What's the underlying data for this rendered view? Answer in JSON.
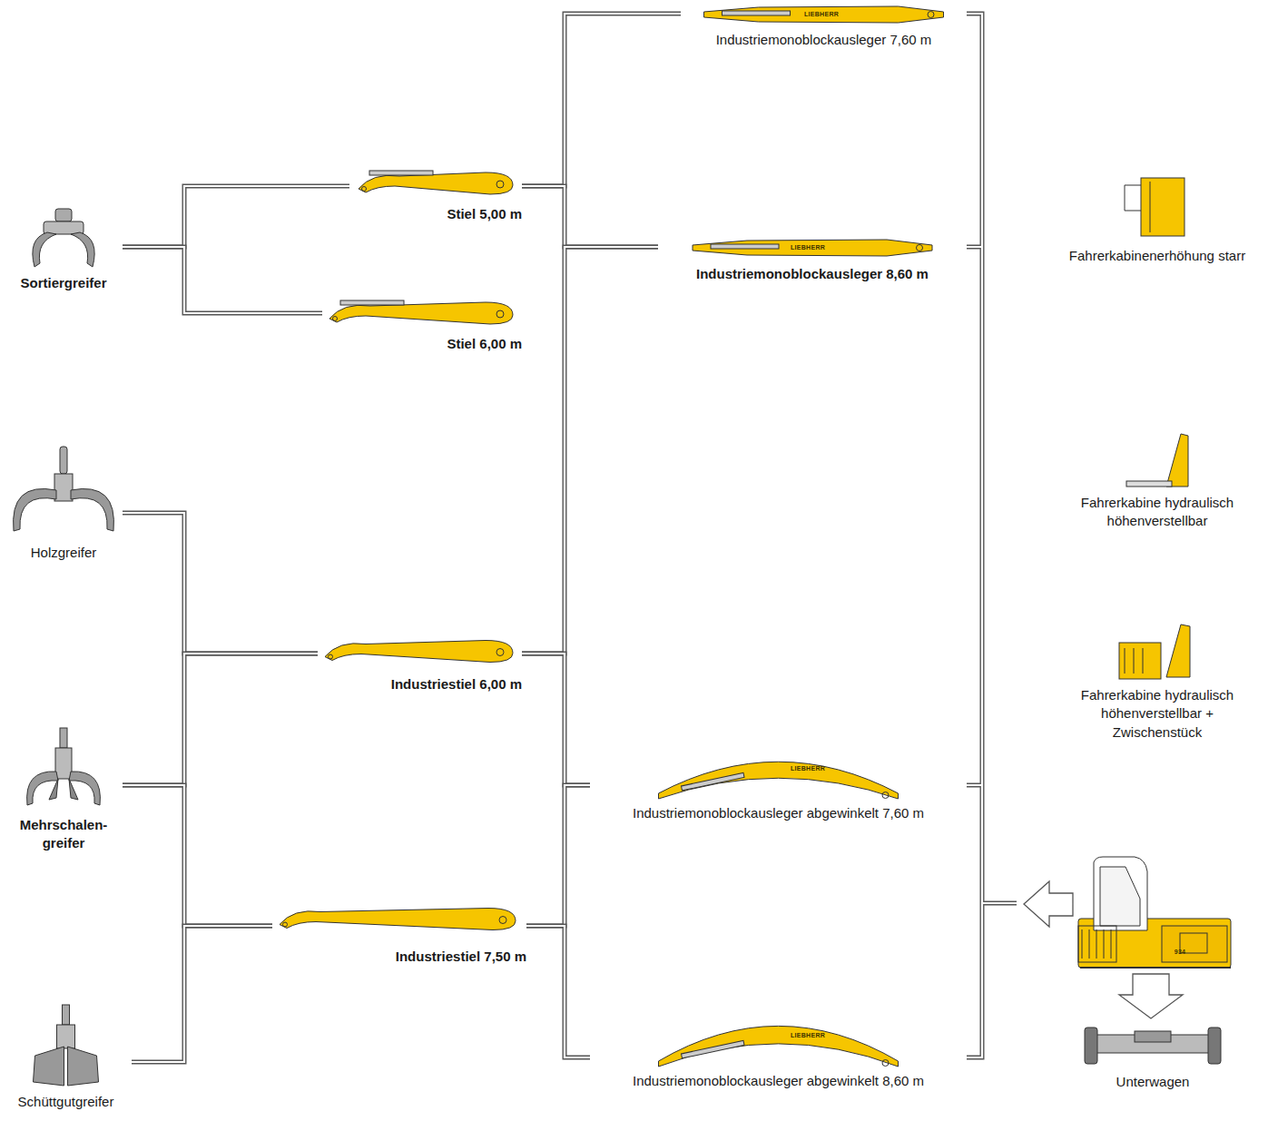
{
  "diagram": {
    "nodes": [
      {
        "text": [
          "Sortiergreifer"
        ]
      },
      {
        "text": [
          "Holzgreifer"
        ]
      },
      {
        "text": [
          "Mehrschalen- greifer"
        ]
      },
      {
        "text": [
          "Schüttgutgreifer"
        ]
      },
      {
        "text": [
          "Stiel 5,00 m"
        ]
      },
      {
        "text": [
          "Stiel 6,00 m"
        ]
      },
      {
        "text": [
          "Industriestiel 6,00 m"
        ]
      },
      {
        "text": [
          "Industriestiel 7,50 m"
        ]
      },
      {
        "text": [
          "Industriemonoblockausleger 7,60 m"
        ]
      },
      {
        "text": [
          "Industriemonoblockausleger 8,60 m"
        ]
      },
      {
        "text": [
          "Industriemonoblockausleger abgewinkelt 7,60 m"
        ]
      },
      {
        "text": [
          "Industriemonoblockausleger abgewinkelt 8,60 m"
        ]
      },
      {
        "text": [
          "Fahrerkabinenerhöhung starr"
        ]
      },
      {
        "text": [
          "Fahrerkabine hydraulisch höhenverstellbar"
        ]
      },
      {
        "text": [
          "Fahrerkabine hydraulisch höhenverstellbar + Zwischenstück"
        ]
      },
      {
        "text": [
          "Unterwagen"
        ]
      }
    ],
    "edges": [
      {
        "from": 0,
        "to": 4,
        "arrow": "none"
      },
      {
        "from": 0,
        "to": 5,
        "arrow": "none"
      },
      {
        "from": 1,
        "to": 6,
        "arrow": "none"
      },
      {
        "from": 2,
        "to": 6,
        "arrow": "none"
      },
      {
        "from": 2,
        "to": 7,
        "arrow": "none"
      },
      {
        "from": 3,
        "to": 7,
        "arrow": "none"
      },
      {
        "from": 4,
        "to": 8,
        "arrow": "none"
      },
      {
        "from": 4,
        "to": 9,
        "arrow": "none"
      },
      {
        "from": 6,
        "to": 9,
        "arrow": "none"
      },
      {
        "from": 6,
        "to": 10,
        "arrow": "none"
      },
      {
        "from": 7,
        "to": 10,
        "arrow": "none"
      },
      {
        "from": 7,
        "to": 11,
        "arrow": "none"
      }
    ],
    "labels": [
      "LIEBHERR",
      "LIEBHERR",
      "LIEBHERR",
      "LIEBHERR",
      "934"
    ]
  }
}
